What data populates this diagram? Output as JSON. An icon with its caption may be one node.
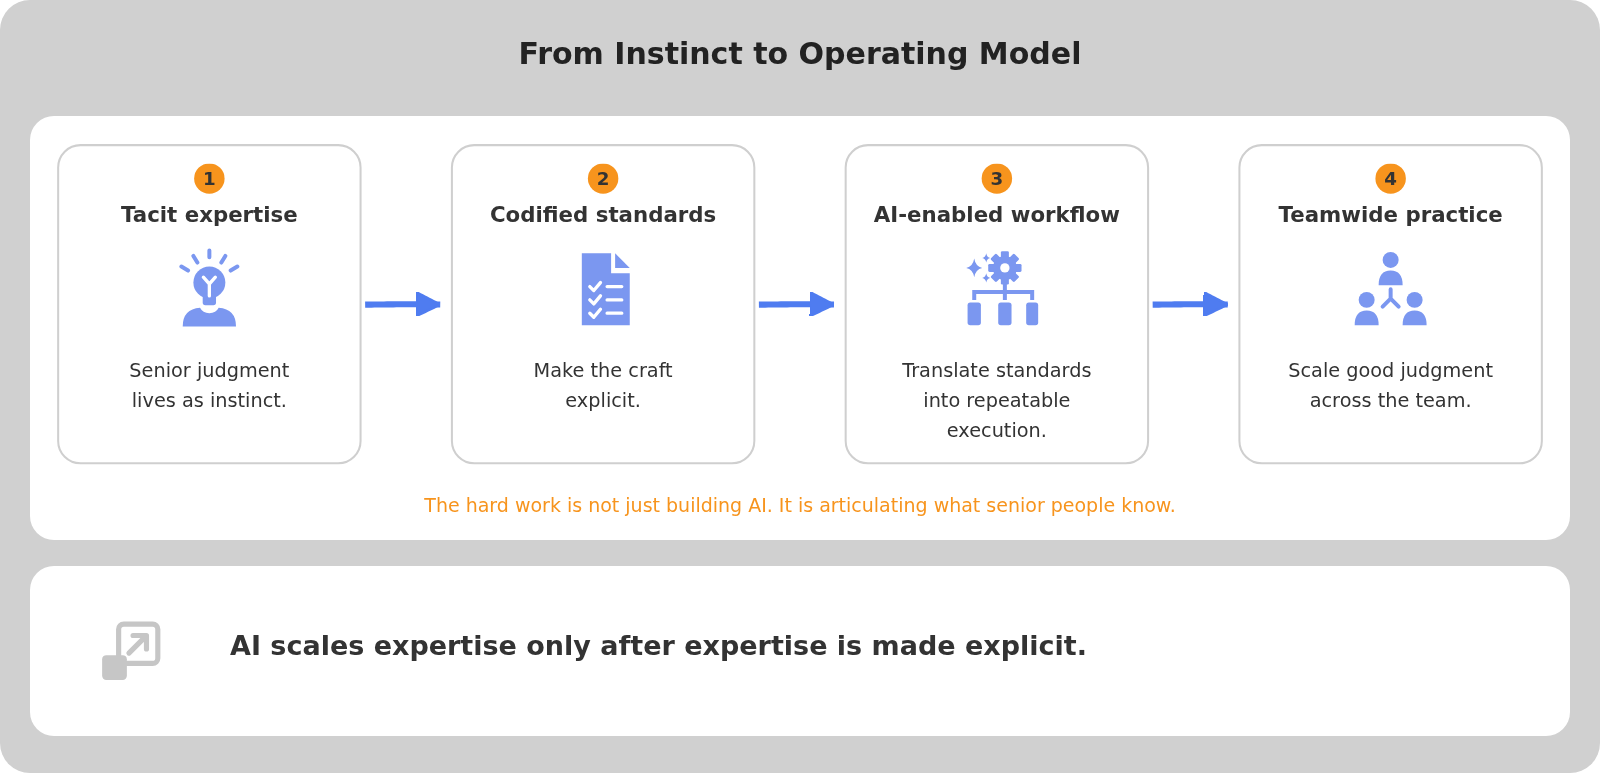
{
  "diagram": {
    "title": "From Instinct to Operating Model",
    "nodes": [
      {
        "text": [
          "1",
          "Tacit expertise",
          "Senior judgment lives as instinct."
        ]
      },
      {
        "text": [
          "2",
          "Codified standards",
          "Make the craft explicit."
        ]
      },
      {
        "text": [
          "3",
          "AI-enabled workflow",
          "Translate standards into repeatable execution."
        ]
      },
      {
        "text": [
          "4",
          "Teamwide practice",
          "Scale good judgment across the team."
        ]
      }
    ],
    "edges": [
      {
        "from": 0,
        "to": 1,
        "arrow": "to"
      },
      {
        "from": 1,
        "to": 2,
        "arrow": "to"
      },
      {
        "from": 2,
        "to": 3,
        "arrow": "to"
      }
    ],
    "labels": [
      "The hard work is not just building AI. It is articulating what senior people know.",
      "AI scales expertise only after expertise is made explicit."
    ]
  }
}
